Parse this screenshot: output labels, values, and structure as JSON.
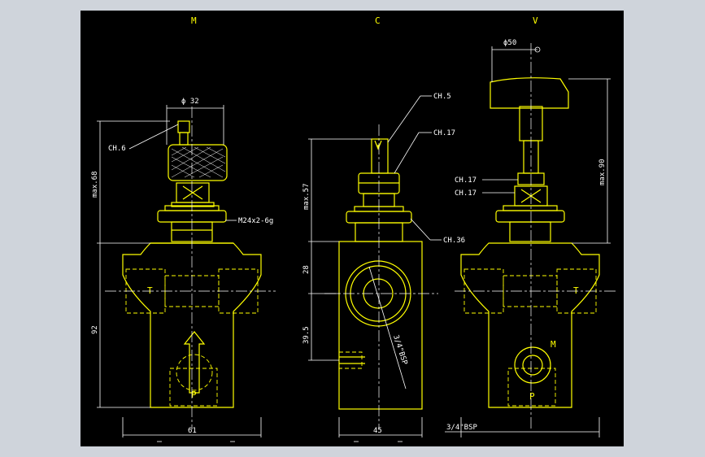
{
  "views": {
    "front": {
      "title": "M",
      "port_t": "T",
      "port_p": "P"
    },
    "side": {
      "title": "C"
    },
    "back": {
      "title": "V",
      "port_t": "T",
      "port_p": "P",
      "port_m": "M"
    }
  },
  "dimensions": {
    "d32": "ϕ 32",
    "d50": "ϕ50",
    "ch6": "CH.6",
    "ch5": "CH.5",
    "ch17a": "CH.17",
    "ch17b": "CH.17",
    "ch17c": "CH.17",
    "ch36": "CH.36",
    "thread": "M24x2-6g",
    "max68": "max.68",
    "max57": "max.57",
    "max90": "max.90",
    "d28": "28",
    "d92": "92",
    "d39_5": "39.5",
    "d61": "61",
    "d45": "45",
    "bsp_side": "3/4\"BSP",
    "bsp_bottom": "3/4\"BSP"
  },
  "colors": {
    "background": "#000000",
    "outline": "#ffff00",
    "dimension": "#ffffff",
    "frame": "#cfd4db"
  }
}
